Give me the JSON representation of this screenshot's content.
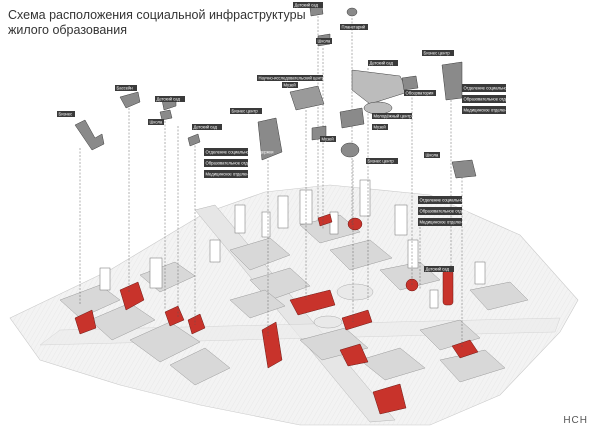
{
  "title": {
    "line1": "Схема расположения социальной инфраструктуры",
    "line2": "жилого образования"
  },
  "logo": "НСН",
  "colors": {
    "accent": "#c8332b",
    "dark": "#3a3a3a",
    "line": "#555555"
  },
  "labels": {
    "business1": "Бизнес",
    "pool": "Бассейн",
    "kindergarten1": "Детский сад",
    "school1": "Школа",
    "kindergarten2": "Детский сад",
    "business_center1": "Бизнес центр",
    "research_center": "Научно-исследовательский центр",
    "museum1": "Музей",
    "kindergarten3": "Детский сад",
    "school2": "Школа",
    "planetarium": "Планетарий",
    "kindergarten4": "Детский сад",
    "business_center2": "Бизнес центр",
    "observatory": "Обсерватория",
    "youth_center": "Молодёжный центр",
    "museum2": "Музей",
    "museum3": "Музей",
    "business_center3": "Бизнес центр",
    "school3": "Школа",
    "kindergarten5": "Детский сад",
    "right_block": [
      "Отделение социальной поддержки",
      "Образовательное отделение",
      "Медицинское отделение"
    ],
    "left_block": [
      "Отделение социальной поддержки",
      "Образовательное отделение",
      "Медицинское отделение"
    ],
    "center_block": [
      "Отделение социальной поддержки",
      "Образовательное отделение",
      "Медицинское отделение"
    ]
  }
}
